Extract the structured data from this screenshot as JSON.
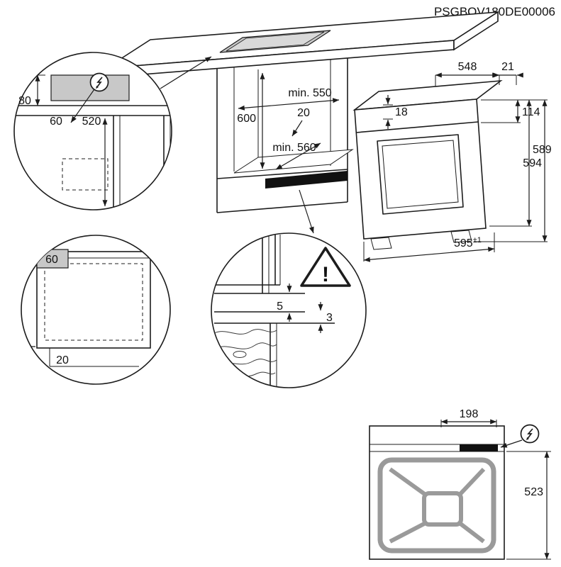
{
  "title": {
    "doc_id": "PSGBOV180DE00006"
  },
  "colors": {
    "line": "#1c1c1c",
    "shade_gray": "#c8c8c8",
    "frame_gray": "#9a9a9a",
    "vent_black": "#111111"
  },
  "connection_detail": {
    "dim_80": "80",
    "dim_60": "60",
    "dim_520": "520"
  },
  "niche": {
    "dim_min_width": "min. 550",
    "dim_height": "600",
    "dim_20": "20",
    "dim_min_depth": "min. 560"
  },
  "oven": {
    "dim_548": "548",
    "dim_21": "21",
    "dim_18": "18",
    "dim_114": "114",
    "dim_589": "589",
    "dim_594": "594",
    "dim_595": "595",
    "dim_595_tol": "±1"
  },
  "plinth_detail": {
    "dim_60": "60",
    "dim_20": "20"
  },
  "gap_detail": {
    "dim_5": "5",
    "dim_3": "3",
    "warning_mark": "!"
  },
  "rear_view": {
    "dim_198": "198",
    "dim_523": "523"
  }
}
